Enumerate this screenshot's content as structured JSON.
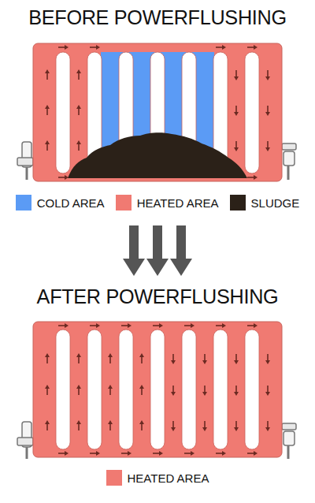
{
  "diagram": {
    "labels": [
      "BEFORE POWERFLUSHING",
      "AFTER POWERFLUSHING"
    ],
    "legend": [
      {
        "text": "COLD AREA",
        "color": "#5b9bf5"
      },
      {
        "text": "HEATED AREA",
        "color": "#f07a72"
      },
      {
        "text": "SLUDGE",
        "color": "#2b2118"
      },
      {
        "text": "HEATED AREA",
        "color": "#f07a72"
      }
    ]
  }
}
